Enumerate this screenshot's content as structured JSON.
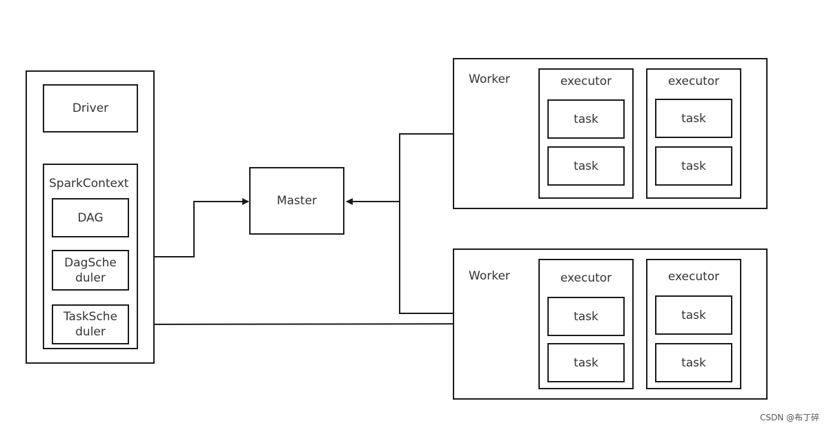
{
  "driver_panel": {
    "driver": "Driver",
    "spark_context": "SparkContext",
    "dag": "DAG",
    "dag_scheduler": [
      "DagSche",
      "duler"
    ],
    "task_scheduler": [
      "TaskSche",
      "duler"
    ]
  },
  "master": "Master",
  "workers": [
    {
      "label": "Worker",
      "executors": [
        {
          "label": "executor",
          "tasks": [
            "task",
            "task"
          ]
        },
        {
          "label": "executor",
          "tasks": [
            "task",
            "task"
          ]
        }
      ]
    },
    {
      "label": "Worker",
      "executors": [
        {
          "label": "executor",
          "tasks": [
            "task",
            "task"
          ]
        },
        {
          "label": "executor",
          "tasks": [
            "task",
            "task"
          ]
        }
      ]
    }
  ],
  "watermark": "CSDN @布丁碎",
  "colors": {
    "stroke": "#1a1a1a",
    "text": "#333333"
  }
}
